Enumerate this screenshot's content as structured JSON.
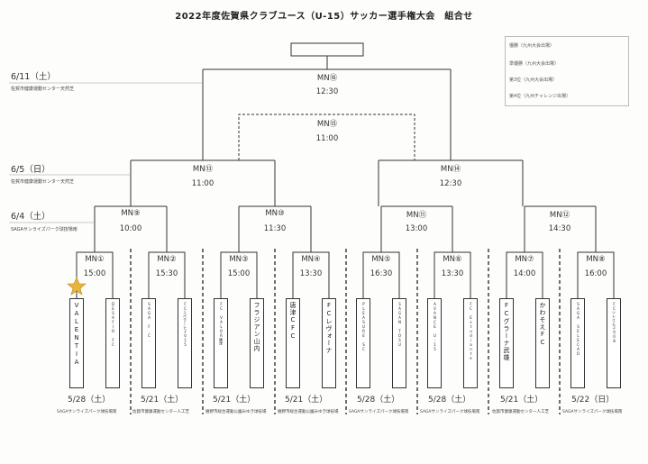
{
  "title": "2022年度佐賀県クラブユース（U-15）サッカー選手権大会　組合せ",
  "legend": [
    "優勝（九州大会出場）",
    "準優勝（九州大会出場）",
    "第3位（九州大会出場）",
    "第4位（九州チャレンジ出場）"
  ],
  "rounds": [
    {
      "date": "6/11（土）",
      "venue": "佐賀市健康運動センター天然芝"
    },
    {
      "date": "6/5（日）",
      "venue": "佐賀市健康運動センター天然芝"
    },
    {
      "date": "6/4（土）",
      "venue": "SAGAサンライズパーク球技場南"
    }
  ],
  "final": {
    "match": "MN⑯",
    "time": "12:30"
  },
  "third_place": {
    "match": "MN⑮",
    "time": "11:00"
  },
  "semis": [
    {
      "match": "MN⑬",
      "time": "11:00"
    },
    {
      "match": "MN⑭",
      "time": "12:30"
    }
  ],
  "quarters": [
    {
      "match": "MN⑨",
      "time": "10:00"
    },
    {
      "match": "MN⑩",
      "time": "11:30"
    },
    {
      "match": "MN⑪",
      "time": "13:00"
    },
    {
      "match": "MN⑫",
      "time": "14:30"
    }
  ],
  "first_round": [
    {
      "match": "MN①",
      "time": "15:00",
      "date": "5/28（土）",
      "venue": "SAGAサンライズパーク球技場南"
    },
    {
      "match": "MN②",
      "time": "15:30",
      "date": "5/21（土）",
      "venue": "佐賀市健康運動センター人工芝"
    },
    {
      "match": "MN③",
      "time": "15:00",
      "date": "5/21（土）",
      "venue": "嬉野市総合運動公園みゆき球技場"
    },
    {
      "match": "MN④",
      "time": "13:30",
      "date": "5/21（土）",
      "venue": "嬉野市総合運動公園みゆき球技場"
    },
    {
      "match": "MN⑤",
      "time": "16:30",
      "date": "5/28（土）",
      "venue": "SAGAサンライズパーク球技場南"
    },
    {
      "match": "MN⑥",
      "time": "13:30",
      "date": "5/28（土）",
      "venue": "SAGAサンライズパーク球技場南"
    },
    {
      "match": "MN⑦",
      "time": "14:00",
      "date": "5/21（土）",
      "venue": "佐賀市健康運動センター人工芝"
    },
    {
      "match": "MN⑧",
      "time": "16:00",
      "date": "5/22（日）",
      "venue": "SAGAサンライズパーク球技場南"
    }
  ],
  "teams": [
    "VALENTIA",
    "DESAFIO FC",
    "SAGA F.C.",
    "FCスペラーレ2015",
    "FC VALOR唐津",
    "フラジアン山内",
    "唐津CFC",
    "FCレヴォーナ",
    "PLEASURE SC",
    "SAGAN TOSU",
    "AVANCE U-15",
    "FC Estudiante",
    "FCグラーナ武雄",
    "かわそえFC",
    "SAGA SELECAO",
    "FCツレイエ2008"
  ],
  "colors": {
    "line": "#333333",
    "star": "#e8b53a"
  }
}
